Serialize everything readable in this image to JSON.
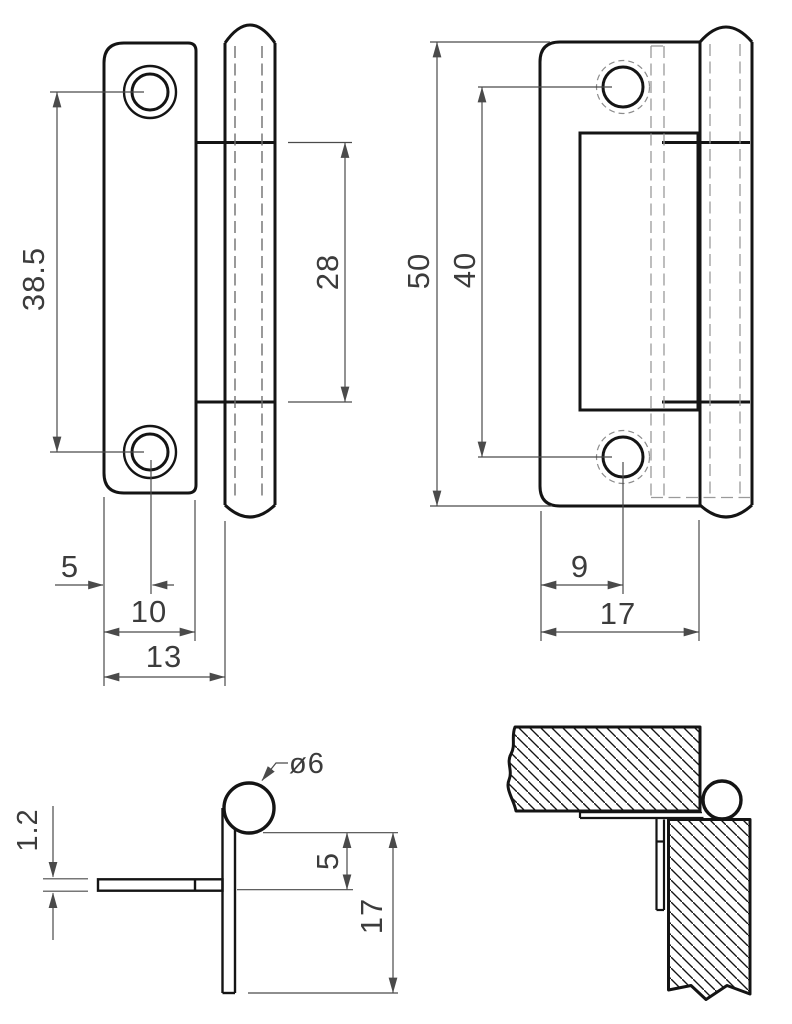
{
  "drawing": {
    "type": "technical-drawing",
    "subject": "flush hinge, four orthographic views",
    "views": {
      "side": {
        "name": "side view of leaf and knuckle",
        "dims": {
          "hole_spacing": "38.5",
          "knuckle_span": "28",
          "edge_to_hole_center": "5",
          "leaf_width": "10",
          "leaf_to_knuckle": "13"
        }
      },
      "front": {
        "name": "front view with hidden inner leaf",
        "dims": {
          "overall_height": "50",
          "hole_spacing": "40",
          "edge_to_hole_center": "9",
          "overall_width": "17"
        }
      },
      "profile": {
        "name": "folded profile section",
        "dims": {
          "leaf_thickness": "1.2",
          "pin_diameter": "ø6",
          "pin_to_leaf": "5",
          "pin_to_leaf_end": "17"
        }
      },
      "installed": {
        "name": "installed corner section with hatched panels"
      }
    },
    "colors": {
      "object_line": "#141414",
      "dimension_line": "#4a4a4a",
      "hidden_line": "#9a9a9a",
      "text": "#3c3c3c",
      "background": "#ffffff"
    }
  }
}
